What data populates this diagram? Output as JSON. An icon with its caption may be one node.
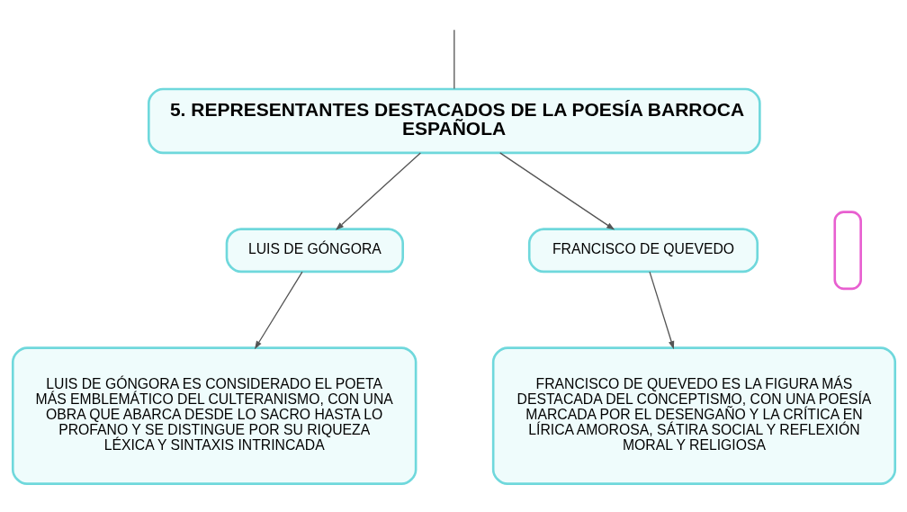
{
  "diagram": {
    "nodes": [
      {
        "text": [
          "5. REPRESENTANTES DESTACADOS DE LA POESÍA BARROCA ESPAÑOLA"
        ]
      },
      {
        "text": [
          "LUIS DE GÓNGORA"
        ]
      },
      {
        "text": [
          "FRANCISCO DE QUEVEDO"
        ]
      },
      {
        "text": [
          "LUIS DE GÓNGORA ES CONSIDERADO EL POETA MÁS EMBLEMÁTICO DEL CULTERANISMO, CON UNA OBRA QUE ABARCA DESDE LO SACRO HASTA LO PROFANO Y SE DISTINGUE POR SU RIQUEZA LÉXICA Y SINTAXIS INTRINCADA"
        ]
      },
      {
        "text": [
          "FRANCISCO DE QUEVEDO ES LA FIGURA MÁS DESTACADA DEL CONCEPTISMO, CON UNA POESÍA MARCADA POR EL DESENGAÑO Y LA CRÍTICA EN LÍRICA AMOROSA, SÁTIRA SOCIAL Y REFLEXIÓN MORAL Y RELIGIOSA"
        ]
      },
      {
        "text": [],
        "shape": "box"
      }
    ],
    "edges": [
      {
        "from": null,
        "to": 0,
        "arrow": "none"
      },
      {
        "from": 0,
        "to": 1,
        "arrow": "to"
      },
      {
        "from": 0,
        "to": 2,
        "arrow": "to"
      },
      {
        "from": 1,
        "to": 3,
        "arrow": "to"
      },
      {
        "from": 2,
        "to": 4,
        "arrow": "to"
      }
    ]
  }
}
